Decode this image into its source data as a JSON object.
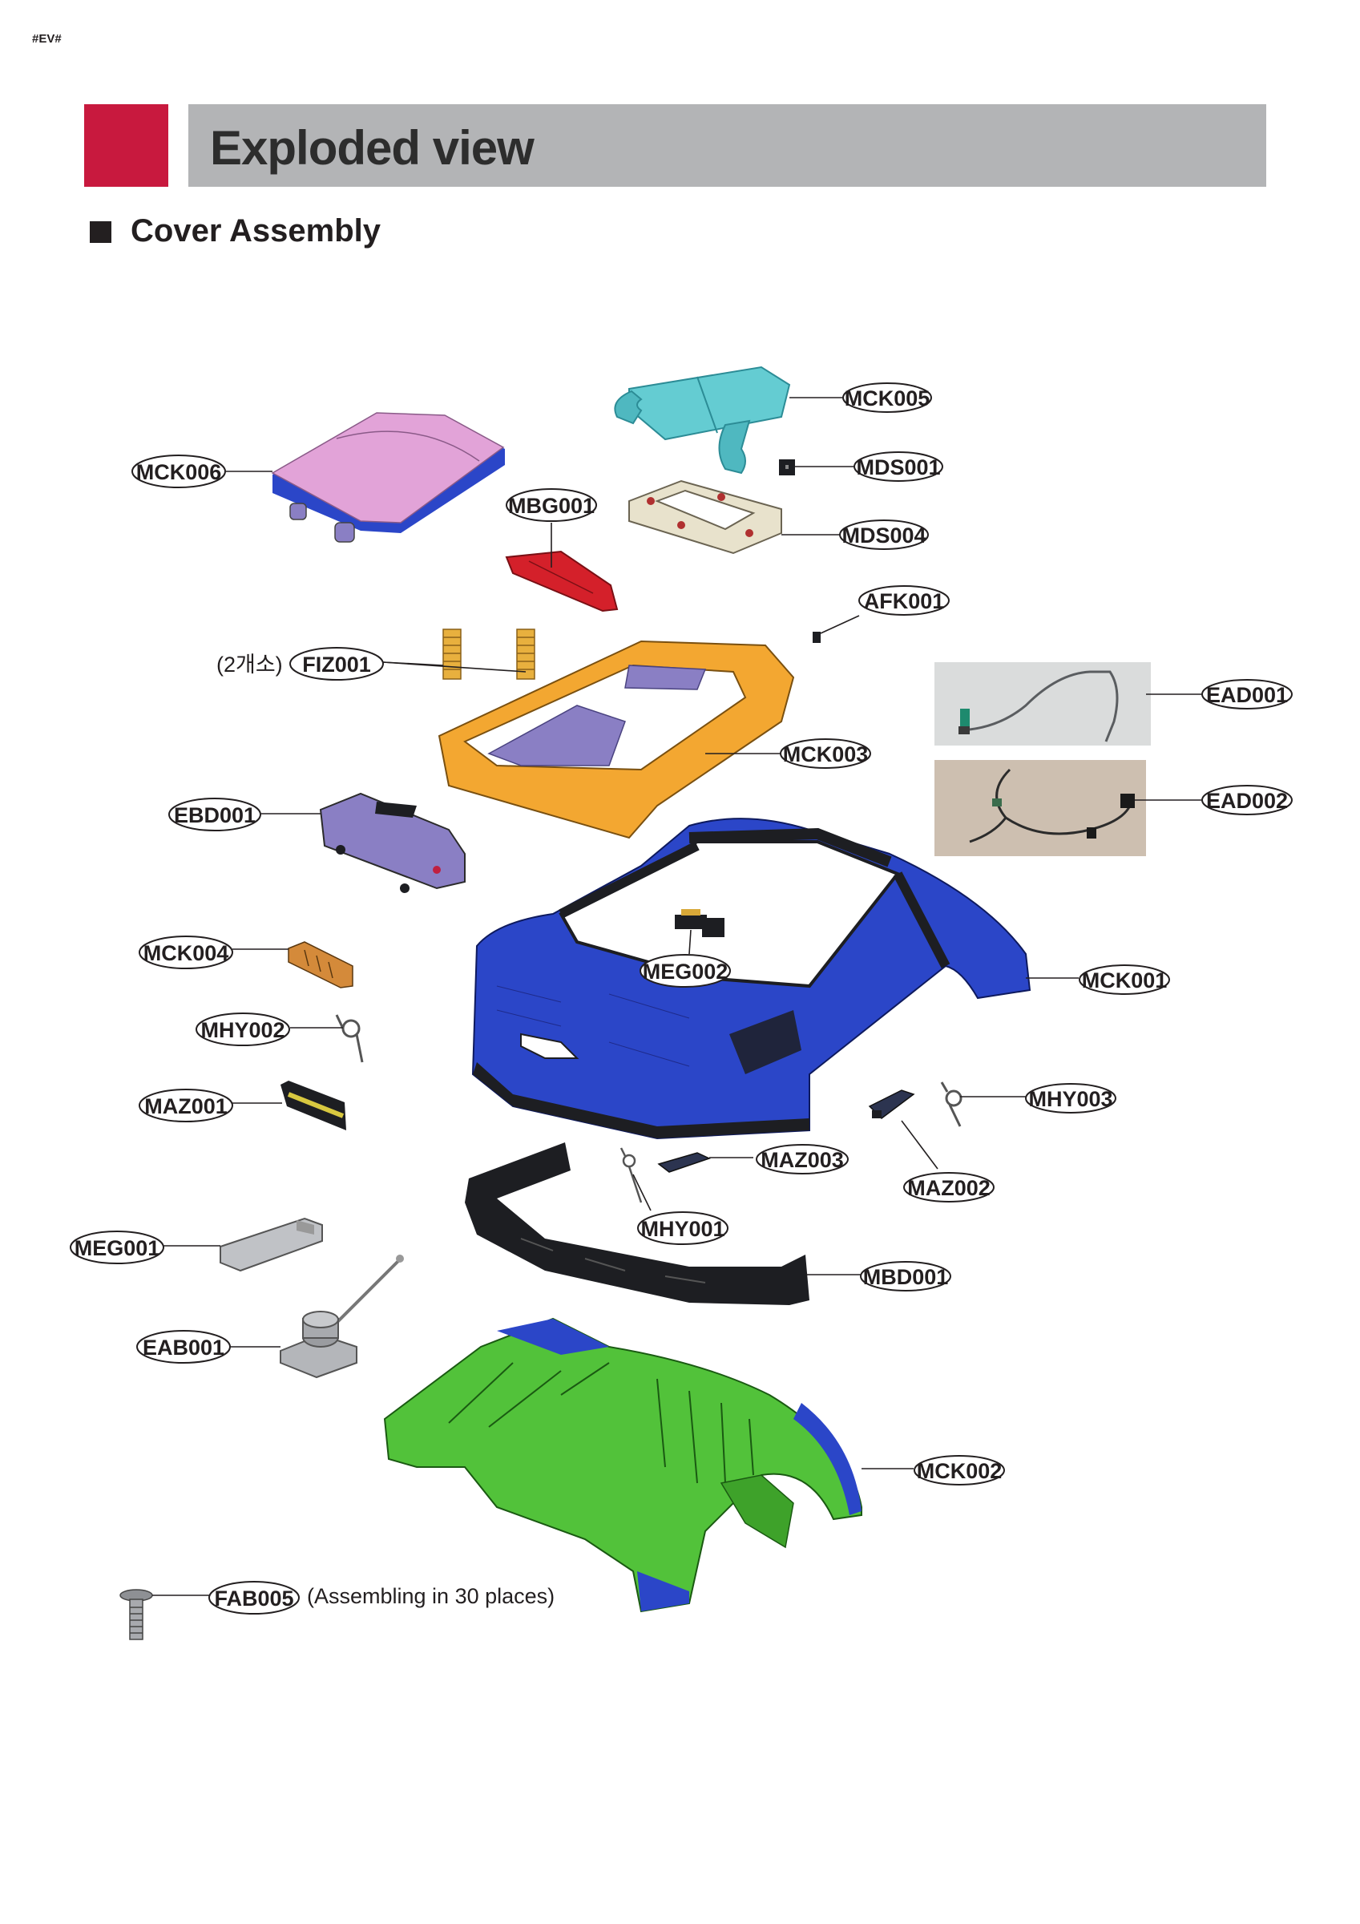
{
  "page_code": "#EV#",
  "header": {
    "title": "Exploded view"
  },
  "section": {
    "title": "Cover Assembly"
  },
  "callouts": {
    "MCK005": "MCK005",
    "MDS001": "MDS001",
    "MDS004": "MDS004",
    "AFK001": "AFK001",
    "MCK006": "MCK006",
    "MBG001": "MBG001",
    "FIZ001": "FIZ001",
    "FIZ001_note": "(2개소)",
    "EAD001": "EAD001",
    "EAD002": "EAD002",
    "MCK003": "MCK003",
    "EBD001": "EBD001",
    "MCK004": "MCK004",
    "MEG002": "MEG002",
    "MCK001": "MCK001",
    "MHY002": "MHY002",
    "MAZ001": "MAZ001",
    "MHY003": "MHY003",
    "MAZ003": "MAZ003",
    "MAZ002": "MAZ002",
    "MHY001": "MHY001",
    "MEG001": "MEG001",
    "MBD001": "MBD001",
    "EAB001": "EAB001",
    "MCK002": "MCK002",
    "FAB005": "FAB005",
    "FAB005_note": "(Assembling in 30 places)"
  },
  "part_colors": {
    "top_cover": "#e2a3d8",
    "blue_trim": "#2b46c8",
    "handle": "#64ccd2",
    "button": "#d4202a",
    "frame": "#f3a731",
    "green_base": "#52c23a",
    "springs": "#e8b03e",
    "dark_parts": "#1d1e22",
    "purple_parts": "#8a7fc4"
  }
}
